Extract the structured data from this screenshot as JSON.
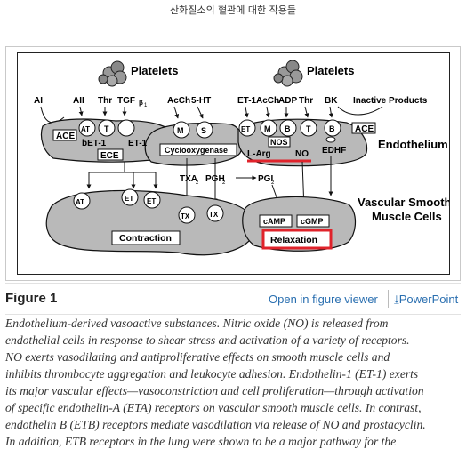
{
  "page_header": "산화질소의 혈관에 대한 작용들",
  "diagram": {
    "platelets_left": "Platelets",
    "platelets_right": "Platelets",
    "agonists": [
      "AI",
      "AII",
      "Thr",
      "TGF",
      "AcCh",
      "5-HT",
      "ET-1",
      "AcCh",
      "ADP",
      "Thr",
      "BK"
    ],
    "inactive_products": "Inactive Products",
    "ace_left": "ACE",
    "ace_right": "ACE",
    "endothelium": "Endothelium",
    "bet1": "bET-1",
    "et1": "ET-1",
    "ece": "ECE",
    "cyclooxygenase": "Cyclooxygenase",
    "nos": "NOS",
    "larg": "L-Arg",
    "no": "NO",
    "edhf": "EDHF",
    "txa": "TXA",
    "pgh": "PGH",
    "pgi": "PGI",
    "vsmc_line1": "Vascular Smooth",
    "vsmc_line2": "Muscle Cells",
    "contraction": "Contraction",
    "relaxation": "Relaxation",
    "camp": "cAMP",
    "cgmp": "cGMP",
    "tx": "TX",
    "receptors_top": [
      "AT",
      "T",
      "M",
      "S",
      "ET",
      "M",
      "B",
      "T",
      "B"
    ],
    "receptors_bottom": [
      "AT",
      "ET",
      "ET",
      "TX",
      "TX"
    ]
  },
  "figure_bar": {
    "title": "Figure 1",
    "open_viewer": "Open in figure viewer",
    "powerpoint": "PowerPoint"
  },
  "caption_lines": [
    "Endothelium-derived vasoactive substances. Nitric oxide (NO) is released from",
    "endothelial cells in response to shear stress and activation of a variety of receptors.",
    "NO exerts vasodilating and antiproliferative effects on smooth muscle cells and",
    "inhibits thrombocyte aggregation and leukocyte adhesion. Endothelin-1 (ET-1) exerts",
    "its major vascular effects—vasoconstriction and cell proliferation—through activation",
    "of specific endothelin-A (ETA) receptors on vascular smooth muscle cells. In contrast,",
    "endothelin B (ETB) receptors mediate vasodilation via release of NO and prostacyclin.",
    "In addition, ETB receptors in the lung were shown to be a major pathway for the"
  ],
  "colors": {
    "highlight": "#e0232b",
    "link": "#2a6fb0",
    "cell_fill": "#b9b9b9"
  }
}
